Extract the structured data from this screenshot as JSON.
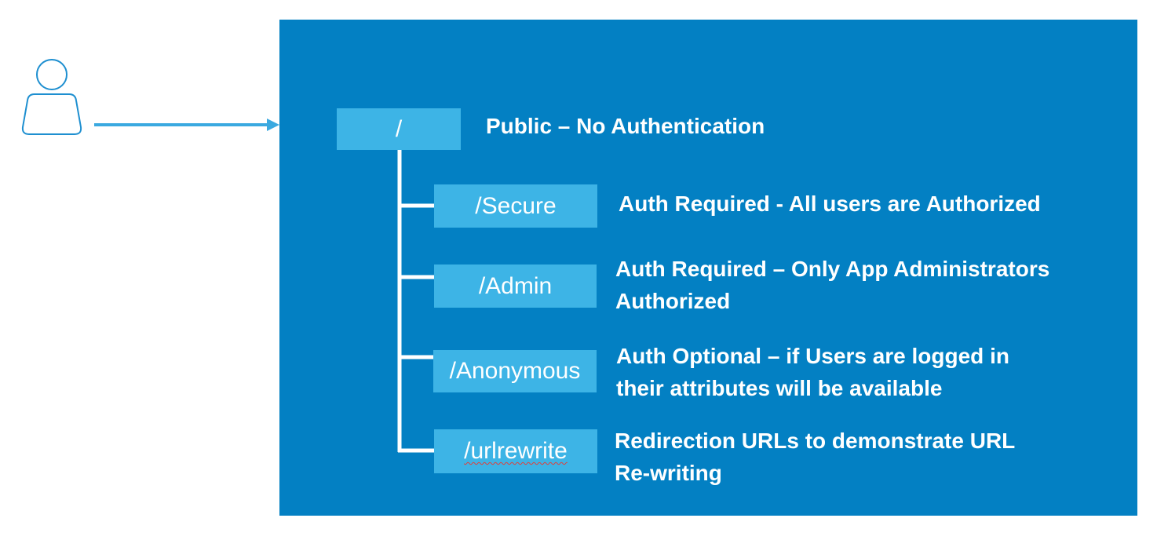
{
  "root": {
    "path": "/",
    "description": "Public – No Authentication"
  },
  "routes": [
    {
      "path": "/Secure",
      "description_lines": [
        "Auth Required - All users are Authorized"
      ]
    },
    {
      "path": "/Admin",
      "description_lines": [
        "Auth Required – Only App Administrators",
        "Authorized"
      ]
    },
    {
      "path": "/Anonymous",
      "description_lines": [
        "Auth Optional – if Users are logged in",
        "their attributes will be available"
      ]
    },
    {
      "path": "/urlrewrite",
      "description_lines": [
        "Redirection URLs to demonstrate URL",
        "Re-writing"
      ]
    }
  ],
  "colors": {
    "panel": "#0380c3",
    "node": "#3db4e6",
    "text": "#ffffff",
    "user_icon_stroke": "#1e8fd0",
    "arrow": "#3aa9e0"
  },
  "icons": {
    "user": "user-icon",
    "arrow": "arrow-right-icon"
  }
}
